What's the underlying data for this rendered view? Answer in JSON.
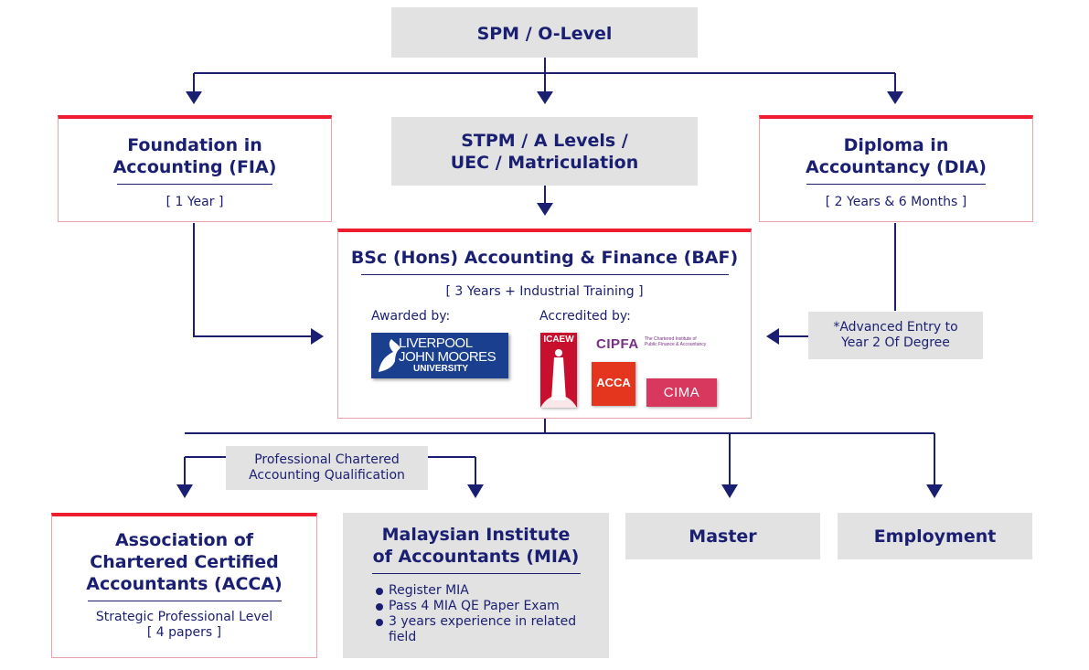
{
  "nodes": {
    "spm": {
      "title": "SPM / O-Level"
    },
    "stpm": {
      "line1": "STPM / A Levels /",
      "line2": "UEC / Matriculation"
    },
    "fia": {
      "line1": "Foundation in",
      "line2": "Accounting (FIA)",
      "duration": "[ 1 Year ]"
    },
    "dia": {
      "line1": "Diploma in",
      "line2": "Accountancy (DIA)",
      "duration": "[ 2 Years & 6 Months ]"
    },
    "baf": {
      "title": "BSc (Hons) Accounting & Finance (BAF)",
      "duration": "[ 3 Years + Industrial Training ]",
      "awarded_label": "Awarded by:",
      "accredited_label": "Accredited by:"
    },
    "advanced_entry": {
      "line1": "*Advanced Entry to",
      "line2": "Year 2 Of Degree"
    },
    "professional": {
      "line1": "Professional Chartered",
      "line2": "Accounting Qualification"
    },
    "acca": {
      "line1": "Association of",
      "line2": "Chartered Certified",
      "line3": "Accountants (ACCA)",
      "level": "Strategic Professional Level",
      "papers": "[ 4 papers ]"
    },
    "mia": {
      "line1": "Malaysian Institute",
      "line2": "of Accountants (MIA)",
      "bullets": [
        "Register MIA",
        "Pass 4 MIA QE Paper Exam",
        "3 years experience in related",
        "field"
      ]
    },
    "master": {
      "title": "Master"
    },
    "employment": {
      "title": "Employment"
    }
  },
  "logos": {
    "ljmu": {
      "line1": "LIVERPOOL",
      "line2": "JOHN MOORES",
      "line3": "UNIVERSITY"
    },
    "icaew": {
      "text": "ICAEW"
    },
    "cipfa": {
      "text": "CIPFA",
      "tagline1": "The Chartered Institute of",
      "tagline2": "Public Finance & Accountancy"
    },
    "acca": {
      "text": "ACCA"
    },
    "cima": {
      "text": "CIMA"
    }
  },
  "colors": {
    "navy": "#1a1f71",
    "red_accent": "#ed1c2e",
    "grey_box": "#e2e2e2",
    "ljmu_blue": "#1b3f8f",
    "icaew_red": "#c8102e",
    "cipfa_purple": "#7a2d86",
    "acca_red": "#e4351f",
    "cima_pink": "#d9385e"
  }
}
